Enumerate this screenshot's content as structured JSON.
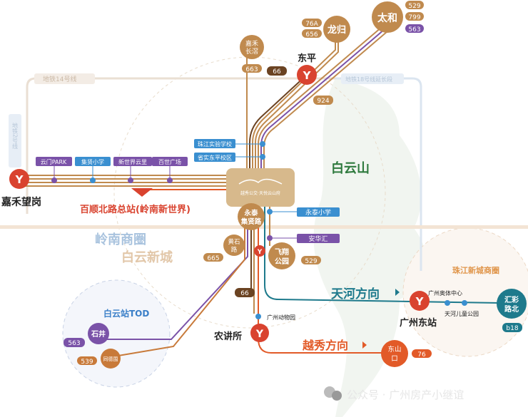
{
  "colors": {
    "brown": "#c08a4e",
    "dark_brown": "#6b4322",
    "purple": "#7a52a8",
    "blue": "#3a8fd0",
    "teal": "#1e7a8c",
    "red": "#d9432f",
    "orange": "#e25a28",
    "green": "#2f7a3e",
    "hub": "#d7b98c"
  },
  "metro_labels": {
    "line14": "地铁14号线",
    "line18": "地铁18号线延长段",
    "line2": "地铁2号线"
  },
  "stations": {
    "jiahe_wanggang": "嘉禾望岗",
    "dongping": "东平",
    "guangzhou_east": "广州东站",
    "nongjiangsuo": "农讲所"
  },
  "bus_terminals": {
    "taihe": {
      "name": "太和",
      "routes": [
        "529",
        "799",
        "563"
      ]
    },
    "longgui": {
      "name": "龙归",
      "routes": [
        "76A",
        "656"
      ]
    },
    "jiahe_changjiao": {
      "name_l1": "嘉禾",
      "name_l2": "长滘",
      "route": "663"
    },
    "yongtai": {
      "name_l1": "永泰",
      "name_l2": "集贤路"
    },
    "huangshi": {
      "name_l1": "黄石",
      "name_l2": "路",
      "route": "665"
    },
    "feixiang": {
      "name_l1": "飞翔",
      "name_l2": "公园",
      "route": "529"
    },
    "shijing": {
      "name": "石井",
      "route": "563"
    },
    "tongdewei": {
      "name": "同德围",
      "route": "539"
    },
    "dongshankou": {
      "name_l1": "东山",
      "name_l2": "口",
      "route": "76"
    },
    "huicai": {
      "name_l1": "汇彩",
      "name_l2": "路北",
      "route": "b18"
    }
  },
  "route_badges": {
    "r66_top": "66",
    "r924": "924",
    "r66_bottom": "66"
  },
  "stops": {
    "west": [
      "云门PARK",
      "集贤小学",
      "新世界云里",
      "百世广场"
    ],
    "north": [
      "珠江实验学校",
      "省实东平校区"
    ],
    "yongtai_school": "永泰小学",
    "anhua": "安华汇",
    "zoo": "广州动物园",
    "olympic": "广州奥体中心",
    "children_park": "天河儿童公园"
  },
  "labels": {
    "terminal": "百顺北路总站(岭南新世界)",
    "lingnan": "岭南商圈",
    "baiyun_new_city": "白云新城",
    "baiyun_mountain": "白云山",
    "baiyun_tod": "白云站TOD",
    "zhujiang": "珠江新城商圈",
    "tianhe_dir": "天河方向",
    "yuexiu_dir": "越秀方向"
  },
  "logo_text": "越秀公交·天悦云山府",
  "watermark": "公众号 · 广州房产小继谊"
}
